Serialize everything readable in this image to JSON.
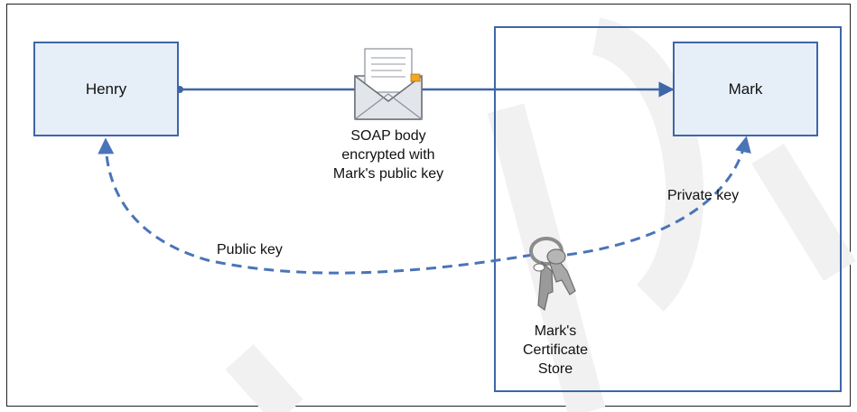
{
  "nodes": {
    "henry": "Henry",
    "mark": "Mark"
  },
  "labels": {
    "message_line1": "SOAP body",
    "message_line2": "encrypted with",
    "message_line3": "Mark's public key",
    "public_key": "Public key",
    "private_key": "Private key",
    "store_line1": "Mark's",
    "store_line2": "Certificate",
    "store_line3": "Store"
  },
  "colors": {
    "accent": "#3e66a8",
    "node_fill": "#e6eef8",
    "dash": "#4a74b8"
  },
  "icons": {
    "envelope": "envelope-icon",
    "keys": "keys-icon"
  }
}
